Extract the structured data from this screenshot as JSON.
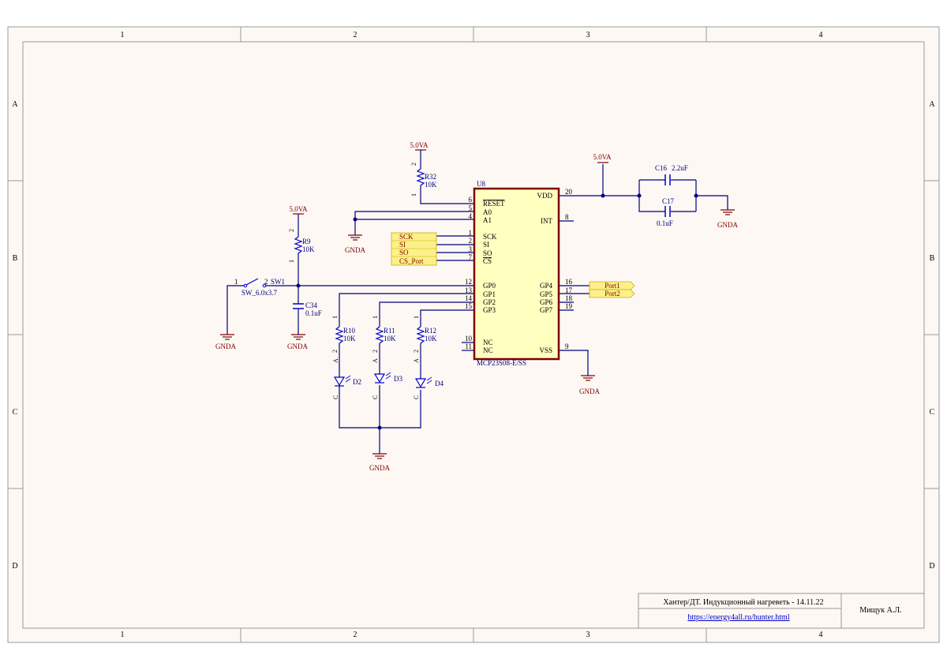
{
  "border": {
    "columns": [
      "1",
      "2",
      "3",
      "4"
    ],
    "rows": [
      "A",
      "B",
      "C",
      "D"
    ]
  },
  "title_block": {
    "title": "Хантер/ДТ. Индукционный нагреветь - 14.11.22",
    "url": "https://energy4all.ru/hunter.html",
    "author": "Мищук А.Л."
  },
  "power_labels": {
    "r32_supply": "5.0VA",
    "r9_supply": "5.0VA",
    "vdd_supply": "5.0VA"
  },
  "ground_labels": {
    "a_pins": "GNDA",
    "sw1": "GNDA",
    "c34": "GNDA",
    "leds": "GNDA",
    "vss": "GNDA",
    "decoupling": "GNDA"
  },
  "ic": {
    "designator": "U8",
    "part": "MCP23S08-E/SS",
    "left_pins": [
      {
        "num": "6",
        "name": "RESET"
      },
      {
        "num": "5",
        "name": "A0"
      },
      {
        "num": "4",
        "name": "A1"
      },
      {
        "num": "1",
        "name": "SCK"
      },
      {
        "num": "2",
        "name": "SI"
      },
      {
        "num": "3",
        "name": "SO"
      },
      {
        "num": "7",
        "name": "CS"
      },
      {
        "num": "12",
        "name": "GP0"
      },
      {
        "num": "13",
        "name": "GP1"
      },
      {
        "num": "14",
        "name": "GP2"
      },
      {
        "num": "15",
        "name": "GP3"
      },
      {
        "num": "10",
        "name": "NC"
      },
      {
        "num": "11",
        "name": "NC"
      }
    ],
    "right_pins": [
      {
        "num": "20",
        "name": "VDD"
      },
      {
        "num": "8",
        "name": "INT"
      },
      {
        "num": "16",
        "name": "GP4"
      },
      {
        "num": "17",
        "name": "GP5"
      },
      {
        "num": "18",
        "name": "GP6"
      },
      {
        "num": "19",
        "name": "GP7"
      },
      {
        "num": "9",
        "name": "VSS"
      }
    ]
  },
  "net_labels": [
    "SCK",
    "SI",
    "SO",
    "CS_Port"
  ],
  "ports": [
    "Port1",
    "Port2"
  ],
  "resistors": [
    {
      "ref": "R32",
      "value": "10K"
    },
    {
      "ref": "R9",
      "value": "10K"
    },
    {
      "ref": "R10",
      "value": "10K"
    },
    {
      "ref": "R11",
      "value": "10K"
    },
    {
      "ref": "R12",
      "value": "10K"
    }
  ],
  "capacitors": [
    {
      "ref": "C16",
      "value": "2.2uF"
    },
    {
      "ref": "C17",
      "value": "0.1uF"
    },
    {
      "ref": "C34",
      "value": "0.1uF"
    }
  ],
  "leds": [
    {
      "ref": "D2",
      "anode": "A",
      "cathode": "C"
    },
    {
      "ref": "D3",
      "anode": "A",
      "cathode": "C"
    },
    {
      "ref": "D4",
      "anode": "A",
      "cathode": "C"
    }
  ],
  "switch": {
    "ref": "SW1",
    "footprint": "SW_6.0x3.7",
    "pin1": "1",
    "pin2": "2"
  },
  "pin_numbers": {
    "p1": "1",
    "p2": "2"
  },
  "colors": {
    "background": "#fdf8f3",
    "wire": "#000080",
    "component": "#0000cc",
    "ic_border": "#800000",
    "ic_fill": "#ffffc0",
    "power": "#800000",
    "net_label_fill": "#fdf08a",
    "border_line": "#999999"
  }
}
